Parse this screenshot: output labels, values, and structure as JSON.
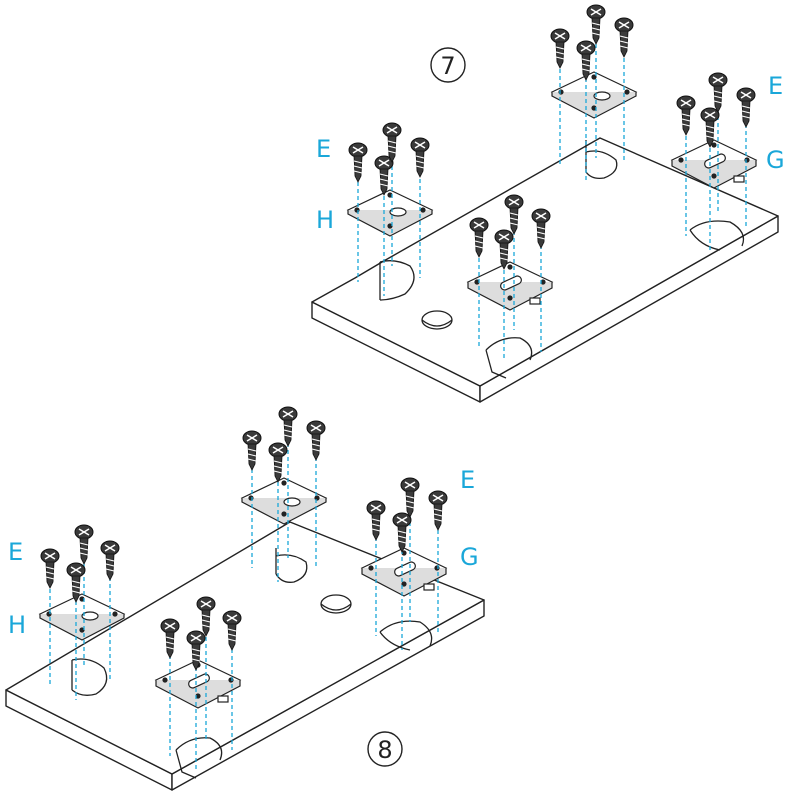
{
  "colors": {
    "part_label": "#1aa7d9",
    "line": "#222222",
    "guide": "#1aa7d9",
    "board_face": "#ffffff",
    "screw": "#3a3a3a"
  },
  "steps": [
    {
      "number": "7",
      "labels": {
        "e_left": "E",
        "h": "H",
        "e_right": "E",
        "g": "G"
      },
      "icons": [
        "screw-icon",
        "bracket-plate-icon",
        "bracket-latch-icon"
      ]
    },
    {
      "number": "8",
      "labels": {
        "e_left": "E",
        "h": "H",
        "e_right": "E",
        "g": "G"
      },
      "icons": [
        "screw-icon",
        "bracket-plate-icon",
        "bracket-latch-icon"
      ]
    }
  ]
}
